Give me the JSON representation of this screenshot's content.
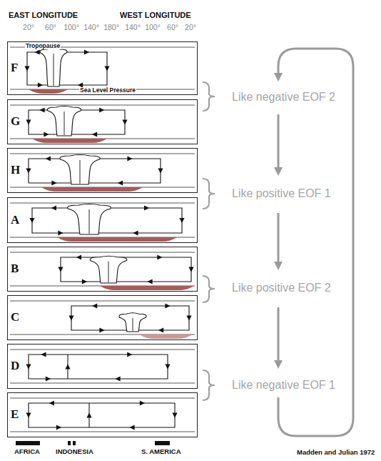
{
  "diagram": {
    "nodes": [
      {
        "text": [
          "F",
          "Tropopause",
          "Sea Level Pressure"
        ]
      },
      {
        "text": [
          "G"
        ]
      },
      {
        "text": [
          "H"
        ]
      },
      {
        "text": [
          "A"
        ]
      },
      {
        "text": [
          "B"
        ]
      },
      {
        "text": [
          "C"
        ]
      },
      {
        "text": [
          "D"
        ]
      },
      {
        "text": [
          "E"
        ]
      }
    ],
    "labels": [
      "EAST LONGITUDE",
      "WEST LONGITUDE",
      "20°",
      "60°",
      "100°",
      "140°",
      "180°",
      "140°",
      "100°",
      "60°",
      "20°",
      "Like negative EOF 2",
      "Like positive EOF 1",
      "Like positive EOF 2",
      "Like negative EOF 1",
      "AFRICA",
      "INDONESIA",
      "S. AMERICA",
      "Madden and Julian 1972"
    ]
  }
}
